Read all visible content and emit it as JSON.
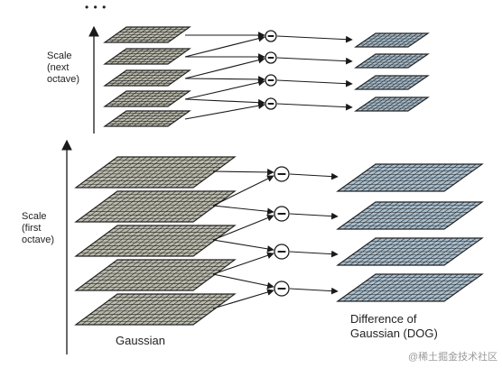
{
  "labels": {
    "ellipsis": "• • •",
    "scale_next": [
      "Scale",
      "(next",
      "octave)"
    ],
    "scale_first": [
      "Scale",
      "(first",
      "octave)"
    ],
    "gaussian": "Gaussian",
    "dog": [
      "Difference of",
      "Gaussian (DOG)"
    ],
    "watermark": "@稀土掘金技术社区"
  },
  "operator_symbol": "–",
  "octaves": [
    {
      "name": "next",
      "gaussian_layers": 5,
      "dog_layers": 4
    },
    {
      "name": "first",
      "gaussian_layers": 5,
      "dog_layers": 4
    }
  ],
  "colors": {
    "gaussian_fill": "#bcbcae",
    "dog_fill": "#a9bfcf",
    "grid_stroke": "#222222",
    "arrow": "#1a1a1a"
  }
}
